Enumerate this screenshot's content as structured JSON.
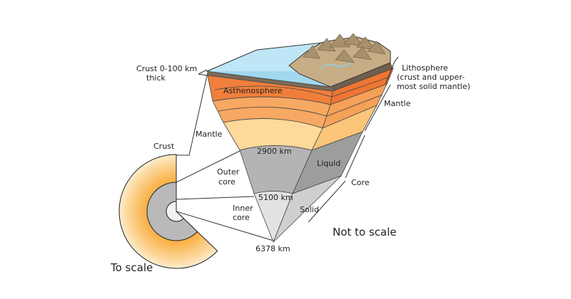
{
  "labels": {
    "crust_thickness_line1": "Crust 0-100 km",
    "crust_thickness_line2": "thick",
    "asthenosphere": "Asthenosphere",
    "mantle_left": "Mantle",
    "crust_left": "Crust",
    "outer_core_line1": "Outer",
    "outer_core_line2": "core",
    "depth_2900": "2900 km",
    "liquid": "Liquid",
    "depth_5100": "5100 km",
    "inner_core_line1": "Inner",
    "inner_core_line2": "core",
    "solid": "Solid",
    "depth_6378": "6378 km",
    "lithosphere_line1": "Lithosphere",
    "lithosphere_line2": "(crust and upper-",
    "lithosphere_line3": "most solid mantle)",
    "mantle_right": "Mantle",
    "core_right": "Core",
    "not_to_scale": "Not to scale",
    "to_scale": "To scale"
  },
  "colors": {
    "ocean": "#a9dcf0",
    "ocean_top": "#cdeef9",
    "land": "#c7ad86",
    "crust_dark": "#7b6a58",
    "asthenosphere": "#f07f3c",
    "mantle_upper": "#f7a863",
    "mantle_mid": "#fbc27c",
    "mantle_lower": "#fdd99a",
    "outer_core_face": "#b4b4b4",
    "outer_core_side": "#9d9d9d",
    "inner_core_face": "#e2e2e2",
    "inner_core_side": "#cfcfcf"
  }
}
